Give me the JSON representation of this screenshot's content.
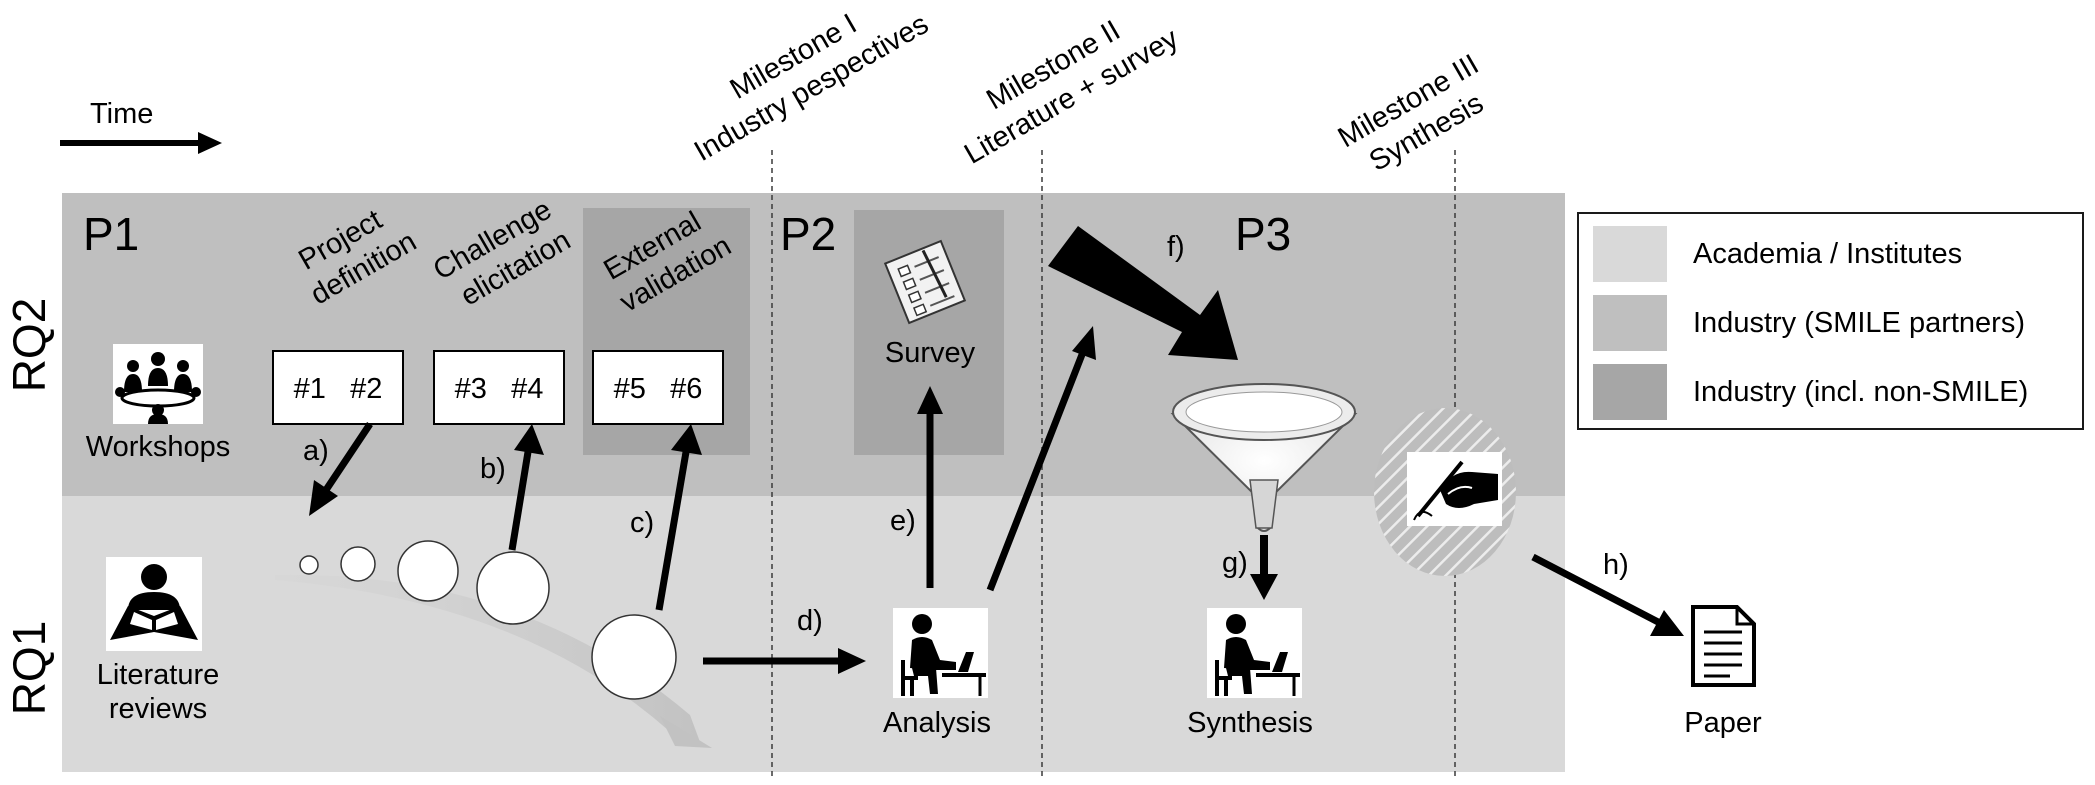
{
  "time_label": "Time",
  "row_labels": {
    "rq2": "RQ2",
    "rq1": "RQ1"
  },
  "phases": {
    "p1": "P1",
    "p2": "P2",
    "p3": "P3"
  },
  "milestones": [
    {
      "line1": "Milestone I",
      "line2": "Industry pespectives"
    },
    {
      "line1": "Milestone II",
      "line2": "Literature + survey"
    },
    {
      "line1": "Milestone III",
      "line2": "Synthesis"
    }
  ],
  "activities": {
    "project_definition": {
      "line1": "Project",
      "line2": "definition",
      "box": "#1   #2"
    },
    "challenge_elicitation": {
      "line1": "Challenge",
      "line2": "elicitation",
      "box": "#3   #4"
    },
    "external_validation": {
      "line1": "External",
      "line2": "validation",
      "box": "#5   #6"
    }
  },
  "nodes": {
    "workshops": "Workshops",
    "literature_line1": "Literature",
    "literature_line2": "reviews",
    "survey": "Survey",
    "analysis": "Analysis",
    "synthesis": "Synthesis",
    "paper": "Paper"
  },
  "arrow_labels": {
    "a": "a)",
    "b": "b)",
    "c": "c)",
    "d": "d)",
    "e": "e)",
    "f": "f)",
    "g": "g)",
    "h": "h)"
  },
  "legend": [
    {
      "label": "Academia / Institutes",
      "color": "#d9d9d9"
    },
    {
      "label": "Industry (SMILE partners)",
      "color": "#bfbfbf"
    },
    {
      "label": "Industry (incl. non-SMILE)",
      "color": "#a6a6a6"
    }
  ],
  "colors": {
    "industry_band": "#bfbfbf",
    "academia_band": "#d9d9d9",
    "non_smile": "#a6a6a6",
    "arrow": "#000000"
  }
}
